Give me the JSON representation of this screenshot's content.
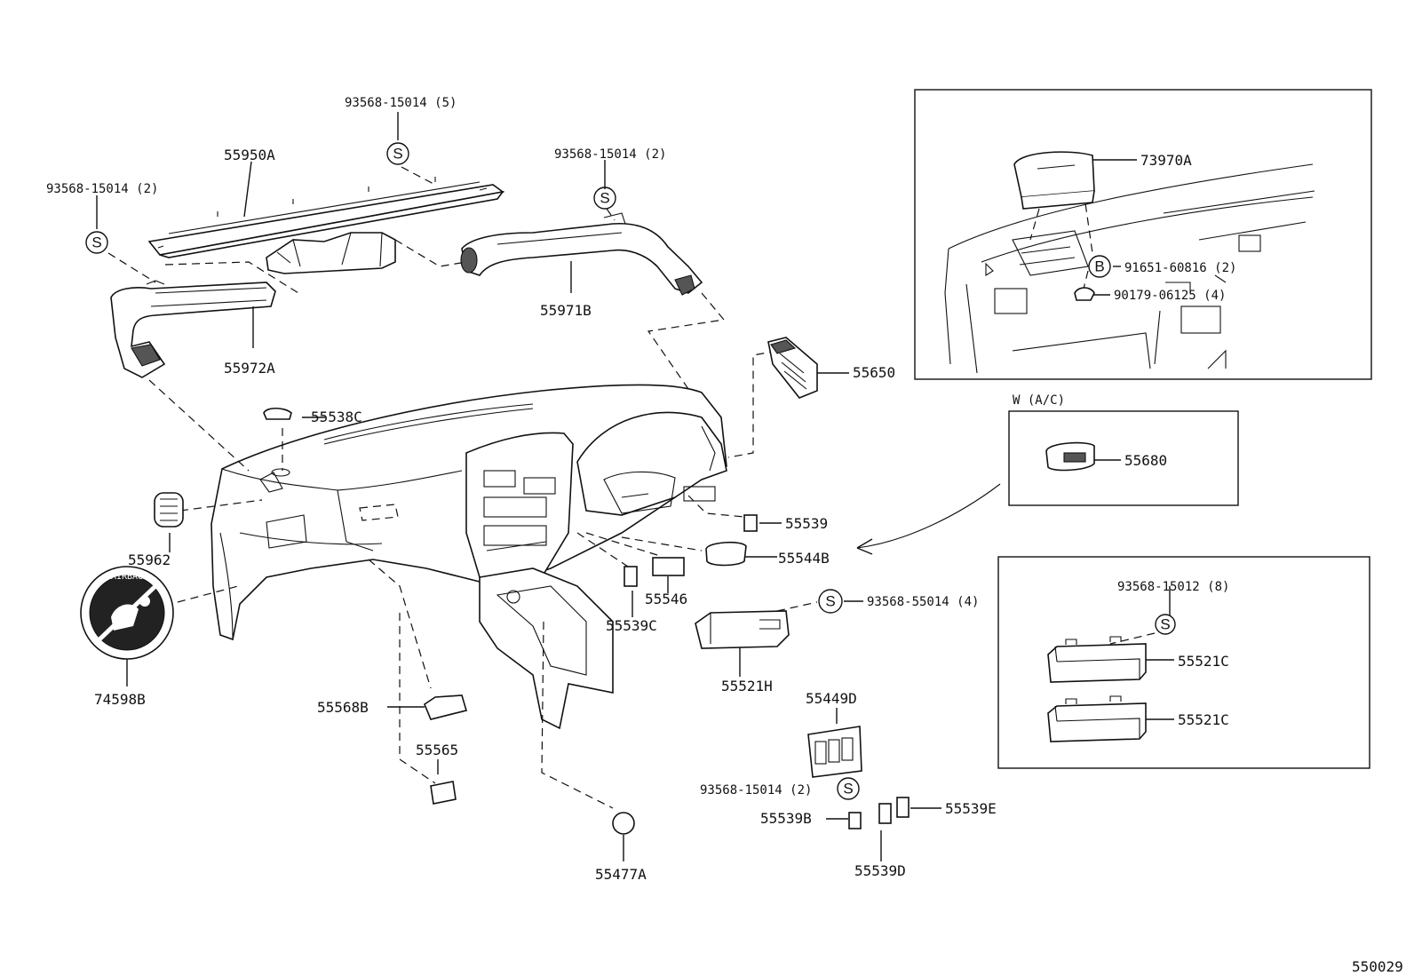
{
  "diagram": {
    "footer_code": "550029",
    "inset_wac_title": "W (A/C)",
    "symbols": {
      "s": "S",
      "b": "B"
    },
    "labels": {
      "p93568_15014_5": "93568-15014 (5)",
      "p55950A": "55950A",
      "p93568_15014_2_left": "93568-15014 (2)",
      "p93568_15014_2_mid": "93568-15014 (2)",
      "p55972A": "55972A",
      "p55971B": "55971B",
      "p55538C": "55538C",
      "p55650": "55650",
      "p55962": "55962",
      "p74598B": "74598B",
      "p55539": "55539",
      "p55544B": "55544B",
      "p55546": "55546",
      "p55539C": "55539C",
      "p93568_55014_4": "93568-55014 (4)",
      "p55521H": "55521H",
      "p55568B": "55568B",
      "p55565": "55565",
      "p55449D": "55449D",
      "p93568_15014_2_bottom": "93568-15014 (2)",
      "p55539B": "55539B",
      "p55539D": "55539D",
      "p55539E": "55539E",
      "p55477A": "55477A",
      "p73970A": "73970A",
      "p91651_60816_2": "91651-60816 (2)",
      "p90179_06125_4": "90179-06125 (4)",
      "p55680": "55680",
      "p93568_15012_8": "93568-15012 (8)",
      "p55521C_top": "55521C",
      "p55521C_bottom": "55521C"
    },
    "badge_text": "AIRBAG"
  }
}
